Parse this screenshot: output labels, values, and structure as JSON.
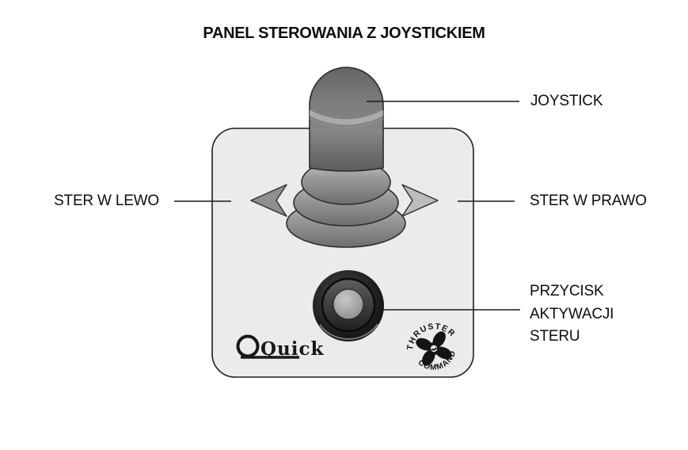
{
  "title": "PANEL STEROWANIA Z JOYSTICKIEM",
  "callouts": {
    "joystick": "JOYSTICK",
    "steer_left": "STER W LEWO",
    "steer_right": "STER W PRAWO",
    "activation": {
      "lines": [
        "PRZYCISK",
        "AKTYWACJI",
        "STERU"
      ]
    }
  },
  "panel": {
    "brand": "Quick",
    "badge": {
      "top": "THRUSTER",
      "bottom": "COMMAND",
      "center_icon": "propeller"
    }
  },
  "icons": {
    "steer_left_arrow": "left-arrow",
    "steer_right_arrow": "right-arrow",
    "badge_center": "propeller"
  },
  "colors": {
    "background": "#ffffff",
    "panel_fill": "#ebebeb",
    "outline": "#1f1f1f",
    "arrow_left_fill": "#8f8f8f",
    "arrow_right_fill": "#bdbdbd",
    "text": "#111111"
  }
}
